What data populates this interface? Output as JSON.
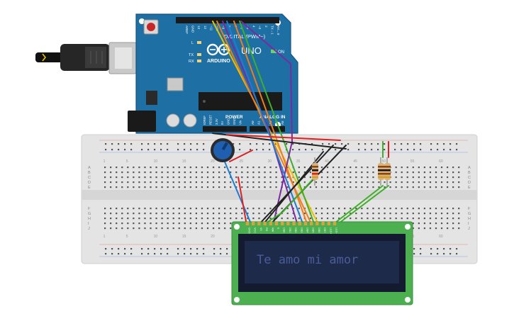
{
  "arduino": {
    "brand": "ARDUINO",
    "model": "UNO",
    "digital_label": "DIGITAL (PWM~)",
    "on_label": "ON",
    "tx_label": "TX",
    "rx_label": "RX",
    "l_label": "L",
    "power_label": "POWER",
    "analog_label": "ANALOG IN",
    "analog_pins": [
      "A0",
      "A1",
      "A2",
      "A3",
      "A4",
      "A5"
    ],
    "power_pins": [
      "IOREF",
      "RESET",
      "3.3V",
      "5V",
      "GND",
      "GND",
      "Vin"
    ],
    "top_pin_labels": [
      "AREF",
      "GND",
      "13",
      "12",
      "~11",
      "~10",
      "~9",
      "8",
      "7",
      "~6",
      "~5",
      "4",
      "~3",
      "2",
      "TX→1",
      "RX←0"
    ]
  },
  "breadboard": {
    "row_letters_top": [
      "A",
      "B",
      "C",
      "D",
      "E"
    ],
    "row_letters_bottom": [
      "F",
      "G",
      "H",
      "I",
      "J"
    ],
    "column_numbers": [
      "1",
      "5",
      "10",
      "15",
      "20",
      "25",
      "30",
      "35",
      "40",
      "45",
      "50",
      "55",
      "60"
    ]
  },
  "lcd": {
    "pin_labels": [
      "GND",
      "VCC",
      "V0",
      "RS",
      "RW",
      "E",
      "DB0",
      "DB1",
      "DB2",
      "DB3",
      "DB4",
      "DB5",
      "DB6",
      "DB7",
      "LED+",
      "LED-"
    ],
    "display_text": "Te amo mi amor"
  },
  "colors": {
    "arduino_board": "#1e6fa3",
    "breadboard": "#e6e6e6",
    "lcd_pcb": "#4caf50",
    "lcd_screen": "#1d2a4a",
    "lcd_text": "#4a5d9a",
    "wire_red": "#e02020",
    "wire_black": "#222222",
    "wire_blue": "#1a7fd4",
    "wire_green": "#3fae2a",
    "wire_orange": "#f07c1a",
    "wire_yellow": "#e6c200",
    "wire_purple": "#7a2aa0"
  }
}
